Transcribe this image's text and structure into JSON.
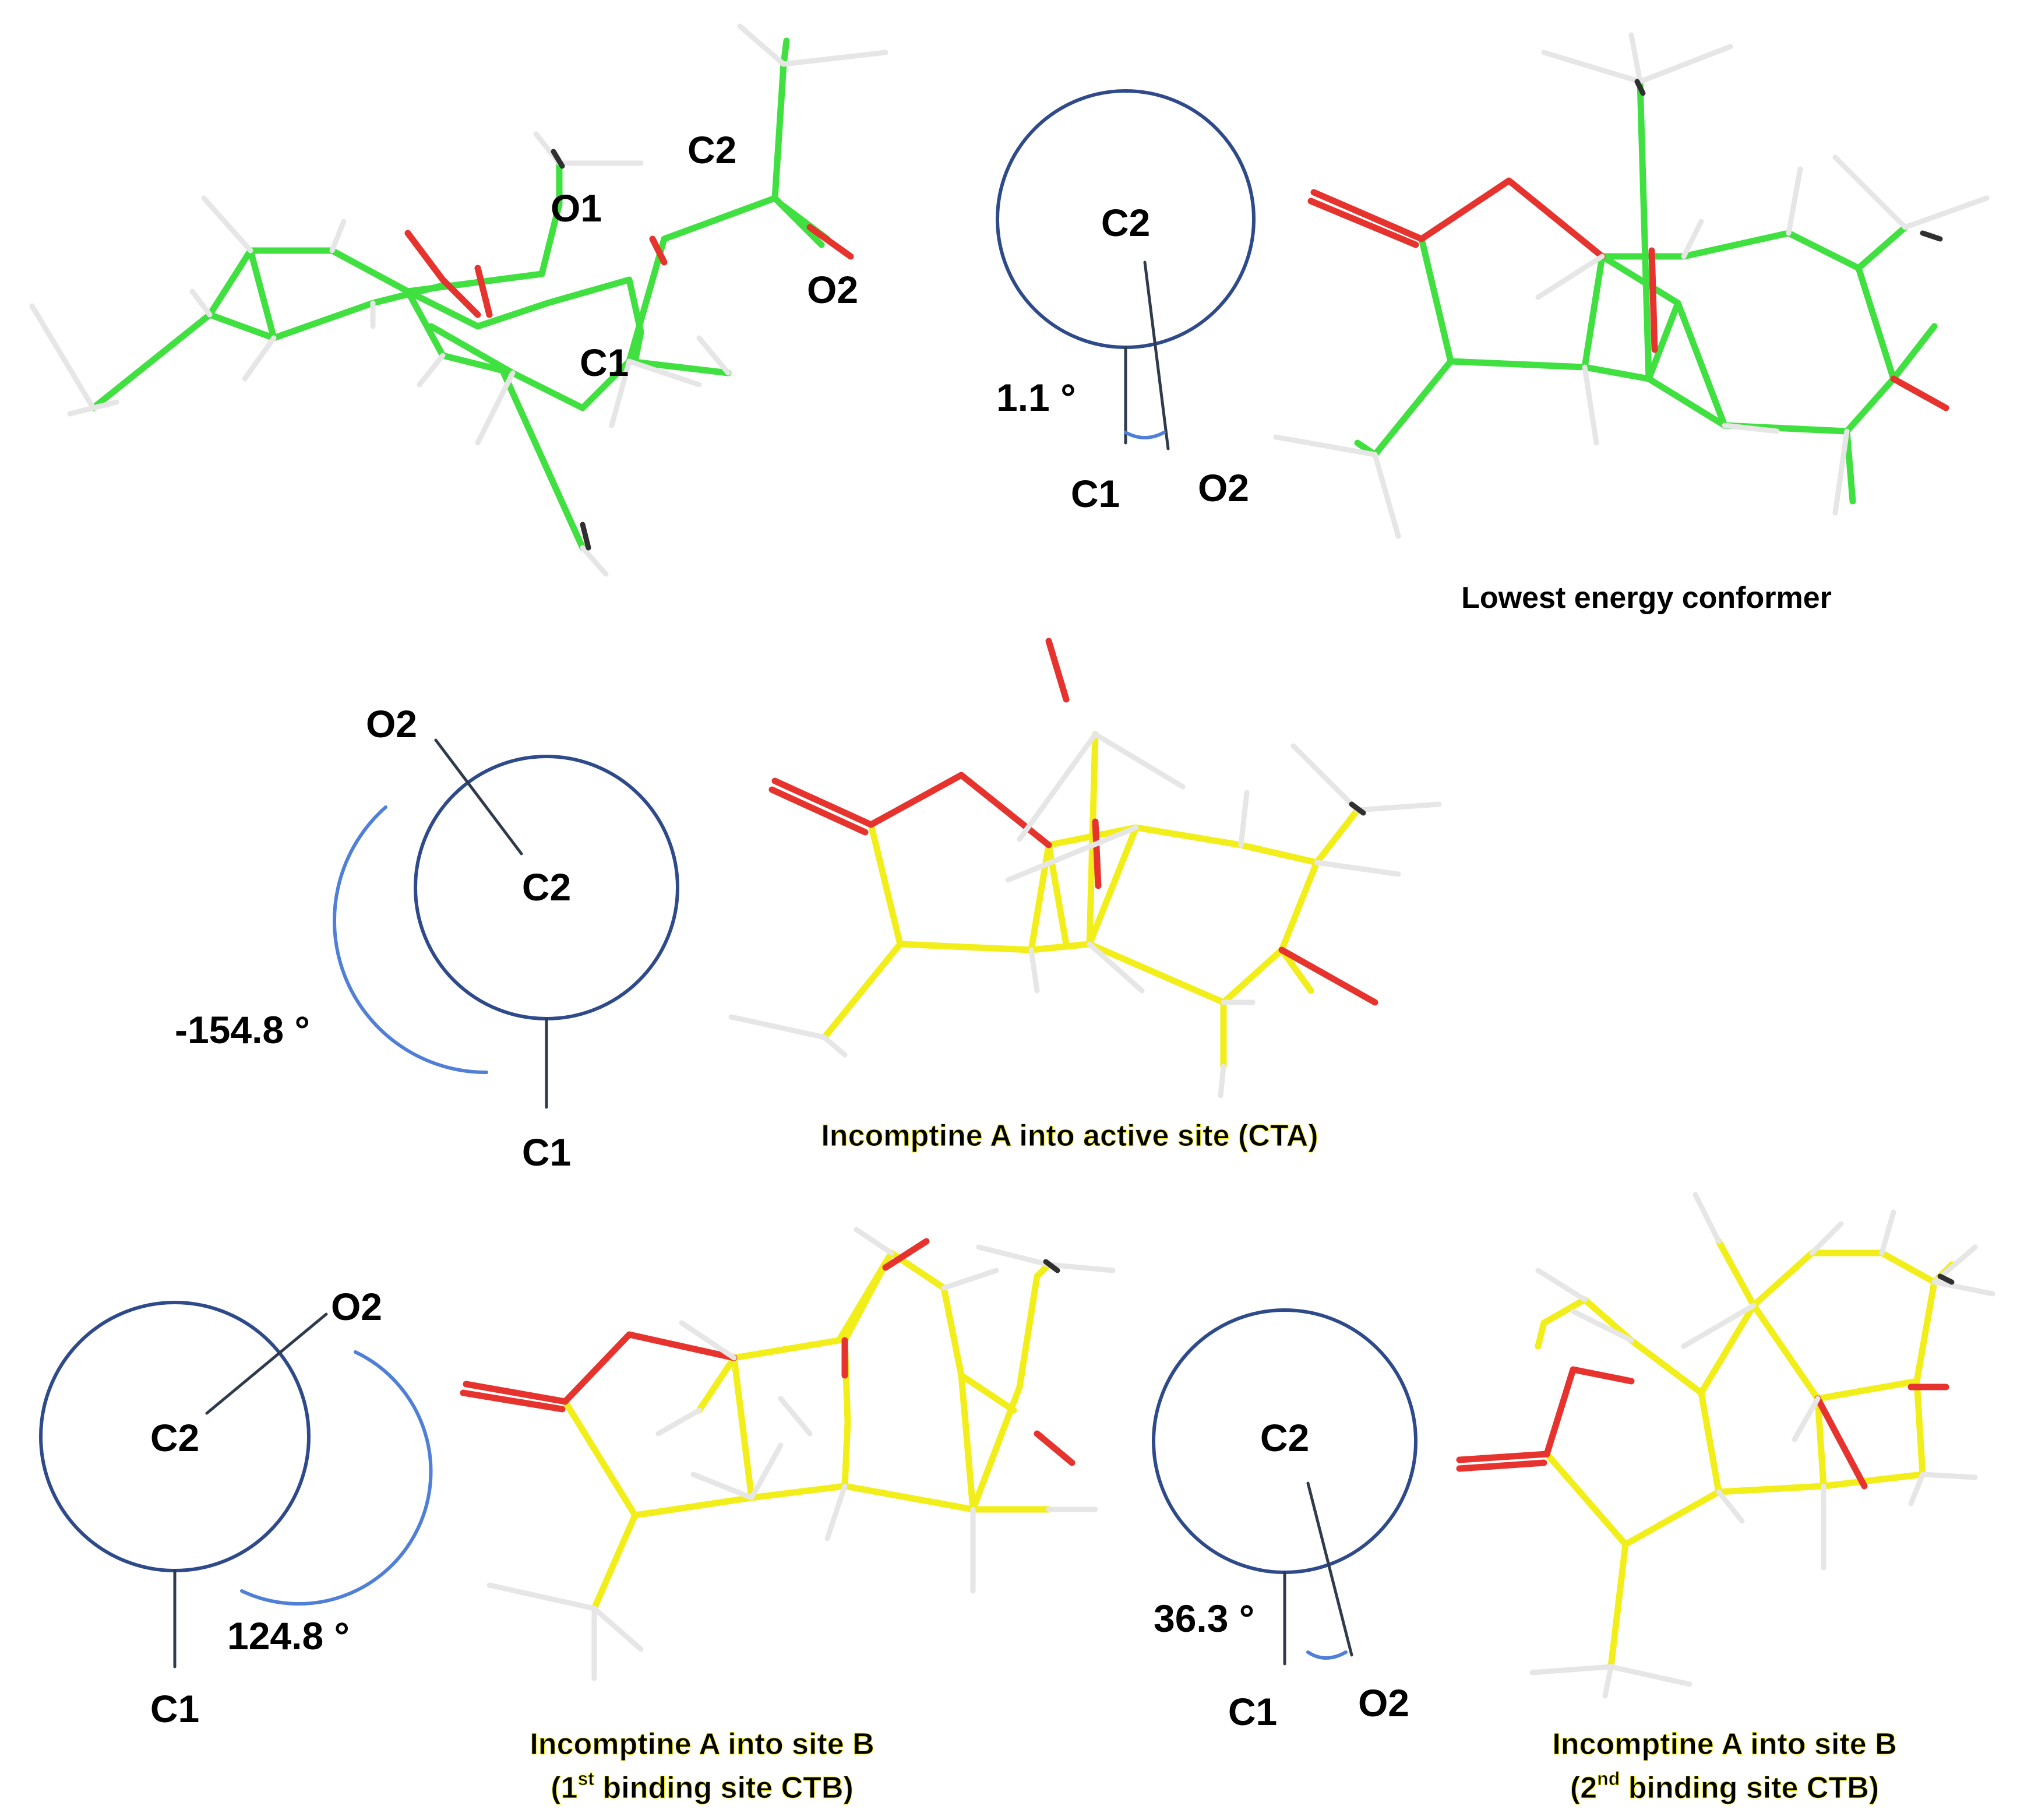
{
  "colors": {
    "newman_circle": "#2e4a8a",
    "dihedral_arc": "#4f7fd6",
    "carbon_green": "#3fe03f",
    "carbon_yellow": "#f2ee1a",
    "oxygen": "#e6332e",
    "hydrogen": "#e6e6e6"
  },
  "top_model": {
    "labels": {
      "c2": "C2",
      "o1": "O1",
      "o2": "O2",
      "c1": "C1"
    }
  },
  "panels": [
    {
      "newman": {
        "center": "C2",
        "front": "C1",
        "back": "O2",
        "angle": "1.1 °"
      },
      "caption_line1": "Lowest energy conformer",
      "caption_line2": ""
    },
    {
      "newman": {
        "center": "C2",
        "front": "C1",
        "back": "O2",
        "angle": "-154.8 °"
      },
      "caption_line1": "Incomptine A into active site (CTA)",
      "caption_line2": ""
    },
    {
      "newman": {
        "center": "C2",
        "front": "C1",
        "back": "O2",
        "angle": "124.8 °"
      },
      "caption_line1": "Incomptine A into site B",
      "caption_line2_prefix": "(1",
      "caption_line2_sup": "st",
      "caption_line2_suffix": " binding site CTB)"
    },
    {
      "newman": {
        "center": "C2",
        "front": "C1",
        "back": "O2",
        "angle": "36.3 °"
      },
      "caption_line1": "Incomptine A into site B",
      "caption_line2_prefix": "(2",
      "caption_line2_sup": "nd",
      "caption_line2_suffix": " binding site CTB)"
    }
  ]
}
